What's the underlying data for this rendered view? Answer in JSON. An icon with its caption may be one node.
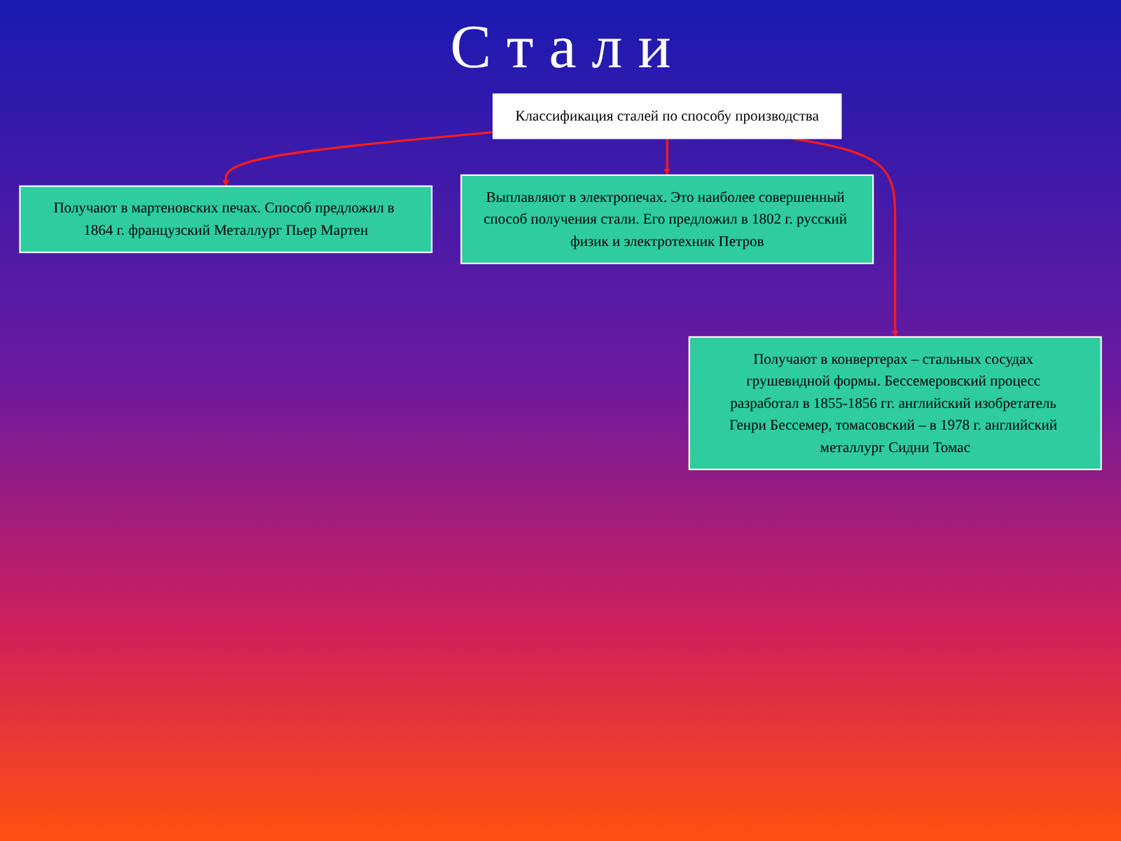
{
  "diagram": {
    "title": "С т а л и",
    "nodes": [
      {
        "text": [
          "Классификация сталей по способу производства"
        ]
      },
      {
        "text": [
          "Получают в мартеновских печах. Способ предложил в 1864 г. французский Металлург Пьер Мартен"
        ]
      },
      {
        "text": [
          "Выплавляют в электропечах. Это наиболее совершенный способ получения стали. Его предложил в 1802 г. русский физик и электротехник Петров"
        ]
      },
      {
        "text": [
          "Получают в конвертерах – стальных сосудах грушевидной формы. Бессемеровский процесс разработал в 1855-1856 гг. английский изобретатель Генри Бессемер, томасовский – в 1978 г. английский металлург Сидни Томас"
        ]
      }
    ],
    "edges": [
      {
        "from": 0,
        "to": 1,
        "arrow": "to"
      },
      {
        "from": 0,
        "to": 3,
        "arrow": "to"
      },
      {
        "from": 0,
        "to": 2,
        "arrow": "to"
      }
    ]
  }
}
